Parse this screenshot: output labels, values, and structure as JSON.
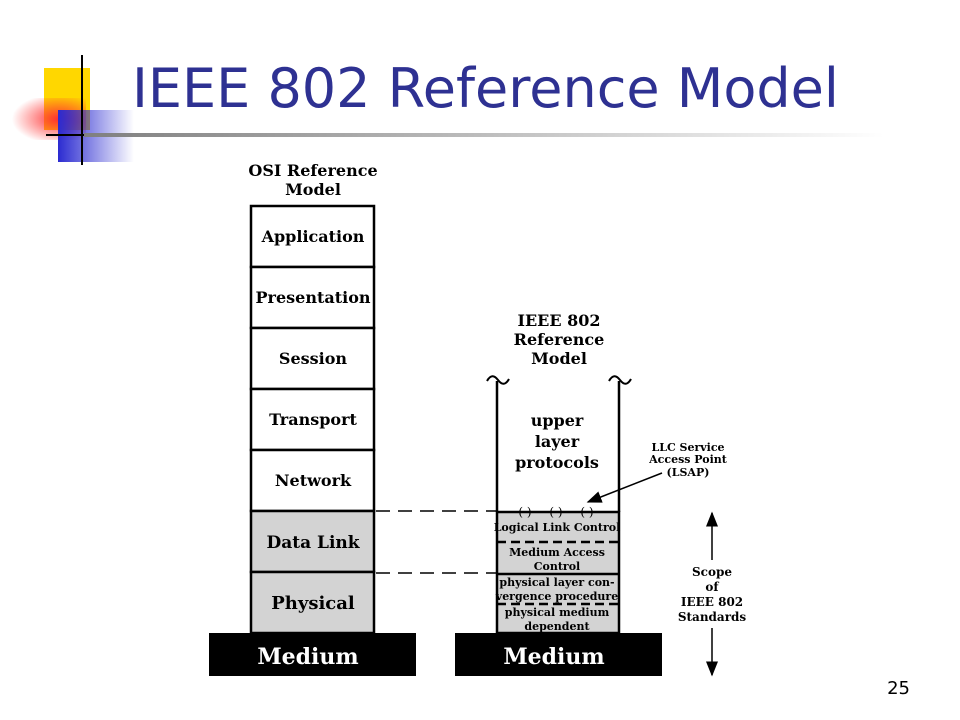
{
  "slide": {
    "title": "IEEE 802 Reference Model",
    "page_number": "25"
  },
  "osi": {
    "header_line1": "OSI Reference",
    "header_line2": "Model",
    "layers": [
      "Application",
      "Presentation",
      "Session",
      "Transport",
      "Network",
      "Data Link",
      "Physical"
    ],
    "medium": "Medium"
  },
  "ieee": {
    "header_line1": "IEEE 802",
    "header_line2": "Reference",
    "header_line3": "Model",
    "upper_line1": "upper",
    "upper_line2": "layer",
    "upper_line3": "protocols",
    "llc": "Logical Link Control",
    "mac_line1": "Medium Access",
    "mac_line2": "Control",
    "plcp_line1": "physical layer con-",
    "plcp_line2": "vergence procedure",
    "pmd_line1": "physical medium",
    "pmd_line2": "dependent",
    "medium": "Medium"
  },
  "lsap": {
    "line1": "LLC Service",
    "line2": "Access Point",
    "line3": "(LSAP)"
  },
  "scope": {
    "line1": "Scope",
    "line2": "of",
    "line3": "IEEE 802",
    "line4": "Standards"
  },
  "colors": {
    "title": "#2e3192",
    "shaded_layer": "#d3d3d3",
    "medium_bar": "#000000",
    "logo_yellow": "#ffd700",
    "logo_blue": "#2b2bd1",
    "logo_red": "#e8222a"
  }
}
